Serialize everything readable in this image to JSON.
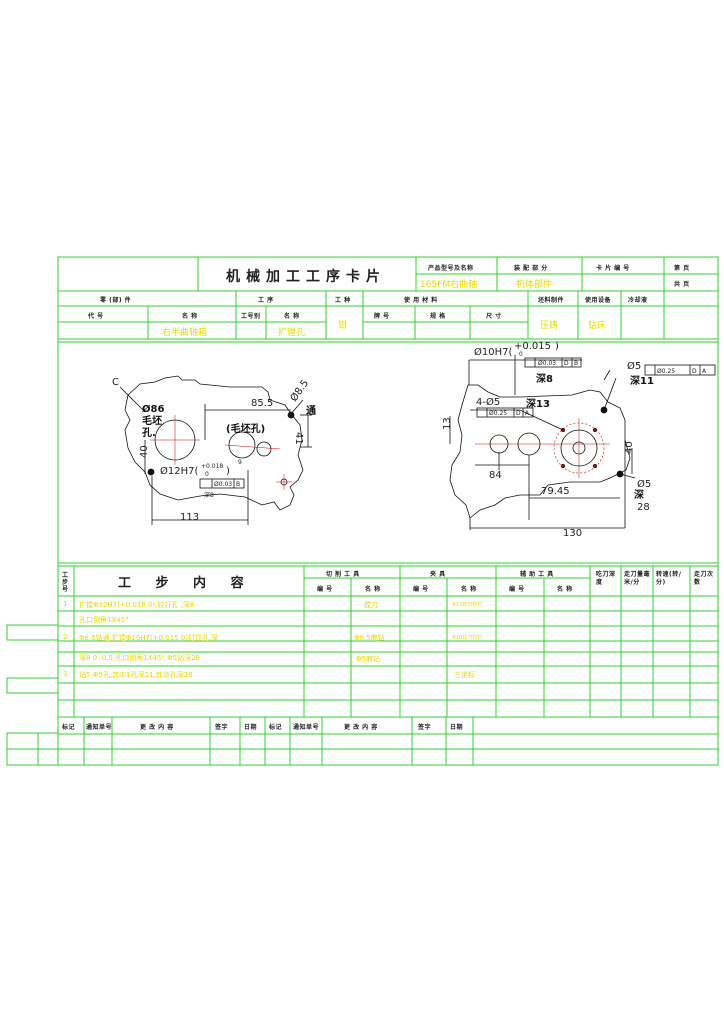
{
  "header": {
    "title": "机械加工工序卡片",
    "product_model_label": "产品型号及名称",
    "product_model_value": "165FM右曲轴",
    "part_drawing_label": "装 配 部 分",
    "part_drawing_value": "机体部件",
    "card_no_label": "卡 片 编 号",
    "page_label": "第 页",
    "total_pages_label": "共 页"
  },
  "row2": {
    "part_label": "零 (部) 件",
    "process_label": "工 序",
    "shop_label": "工 种",
    "material_label": "使 用 材 料",
    "blank_label": "坯料制件",
    "equipment_label": "使用设备",
    "coolant_label": "冷却液"
  },
  "row3": {
    "code_label": "代 号",
    "name_label": "名 称",
    "name_value": "右半曲轴箱",
    "proc_no_label": "工号别",
    "proc_name_label": "名 称",
    "proc_name_value": "扩镗孔",
    "shop_value": "钳",
    "mat_no_label": "牌 号",
    "mat_spec_label": "规 格",
    "mat_size_label": "尺 寸",
    "blank_value": "压铸",
    "equipment_value": "钻床"
  },
  "drawing": {
    "left": {
      "c_label": "C",
      "phi86": "Ø86",
      "blank_hole_1": "毛坯",
      "blank_hole_2": "孔.",
      "dim_855": "85.5",
      "dim_phi85": "Ø8.5",
      "through": "通",
      "dim_41": "41",
      "blank_hole_3": "(毛坯孔)",
      "dim_40": "40",
      "dim_phi12": "Ø12H7(",
      "tol_1": "+0.018",
      "tol_2": "0",
      "tol_close": ")",
      "frame_1": "Ø0.03",
      "frame_2": "B",
      "depth": "深8",
      "dim_113": "113",
      "nine": "9"
    },
    "right": {
      "phi10": "Ø10H7(",
      "tol_1": "+0.015",
      "tol_2": "0",
      "tol_close": ")",
      "frame_1": "Ø0.03",
      "frame_2": "D",
      "frame_3": "B",
      "depth8": "深8",
      "four_phi5": "4-Ø5",
      "frame_4": "Ø0.25",
      "frame_5": "D",
      "frame_6": "A",
      "deep13": "深13",
      "dim_13": "13",
      "dim_84": "84",
      "dim_7945": "79.45",
      "dim_130": "130",
      "phi5_top": "Ø5",
      "frame_7": "Ø0.25",
      "frame_8": "D",
      "frame_9": "A",
      "deep11": "深11",
      "dim_40": "40",
      "phi5_bottom": "Ø5",
      "deep_b": "深",
      "dim_28": "28"
    }
  },
  "steps_header": {
    "step_no": "工步号",
    "content": "工 步 内 容",
    "cutting_tool": "切 削 工 具",
    "fixture": "夹 具",
    "aux_tool": "辅 助 工 具",
    "code": "编 号",
    "name": "名 称",
    "feed": "吃刀深度",
    "speed": "走刀量毫米/分",
    "rpm": "转速(转/分)",
    "passes": "走刀次数"
  },
  "steps": [
    {
      "no": "1",
      "line1": "扩镗Φ12H7(+0.018 0),铰钉孔 ,深8",
      "line2": "孔口倒角1X45°",
      "tool1": "镗刀",
      "fixture1": "Φ12铰刀铰钉"
    },
    {
      "no": "2",
      "line1": "Φ8.5钻通,扩镗Φ10H7(+0.015 0)钉铰孔,深",
      "line2": "深8 0 -0.5,孔口倒角1X45°,Φ5钻深28",
      "tool1": "Φ8.5麻钻",
      "tool2": "Φ5麻钻",
      "fixture1": "Φ10铰刀铰钉"
    },
    {
      "no": "3",
      "line1": "钻5-Φ5孔,其中1孔深11,其余孔深28",
      "fixture1": "三坐标"
    }
  ],
  "footer": {
    "mark": "标记",
    "change_no": "通知单号",
    "change_content": "更 改 内 容",
    "sign": "签字",
    "date": "日期",
    "mark2": "标记",
    "change_no2": "通知单号",
    "change_content2": "更 改 内 容",
    "sign2": "签字",
    "date2": "日期"
  }
}
